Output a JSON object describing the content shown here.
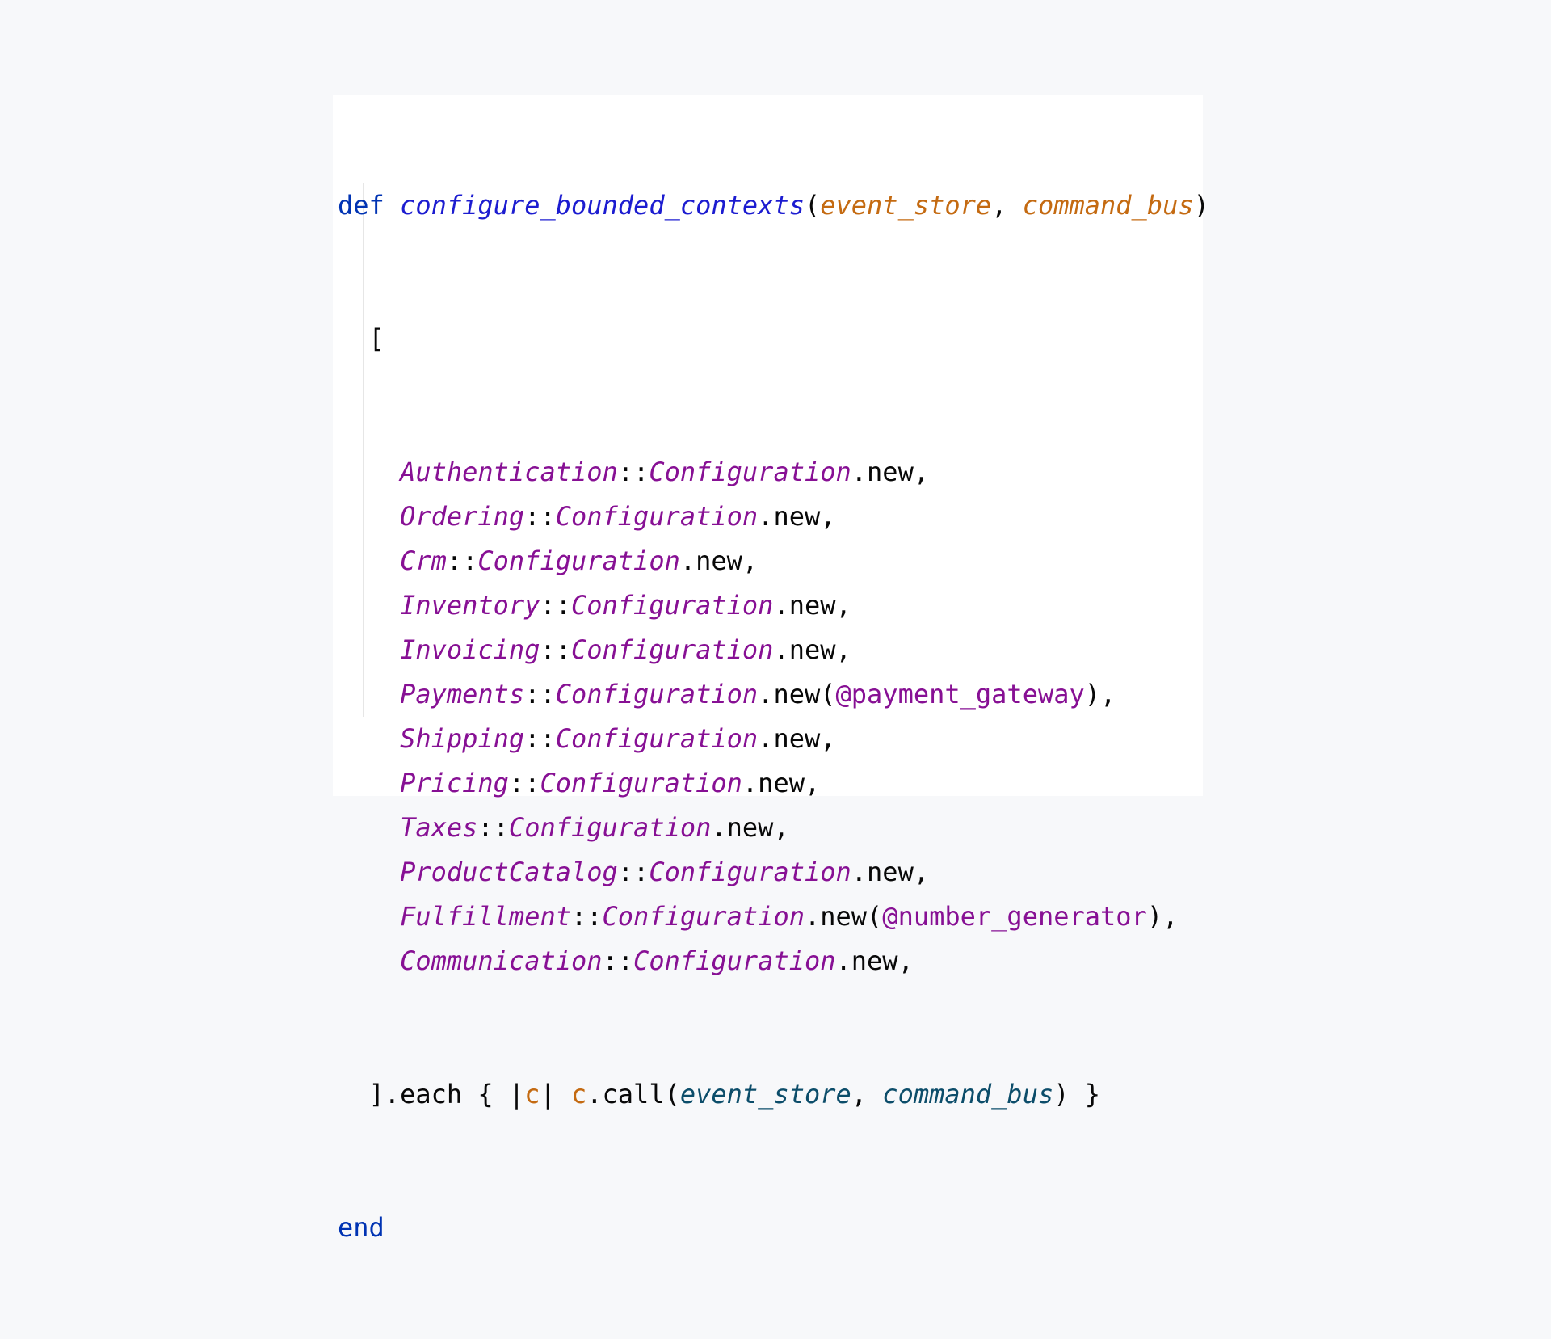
{
  "code": {
    "signature": {
      "def": "def",
      "name": "configure_bounded_contexts",
      "open": "(",
      "param1": "event_store",
      "sep": ", ",
      "param2": "command_bus",
      "close": ")"
    },
    "array_open": "  [",
    "indent": "    ",
    "scope_sep": "::",
    "configuration": "Configuration",
    "new_call": ".new",
    "entries": [
      {
        "module": "Authentication",
        "args": "",
        "suffix": ","
      },
      {
        "module": "Ordering",
        "args": "",
        "suffix": ","
      },
      {
        "module": "Crm",
        "args": "",
        "suffix": ","
      },
      {
        "module": "Inventory",
        "args": "",
        "suffix": ","
      },
      {
        "module": "Invoicing",
        "args": "",
        "suffix": ","
      },
      {
        "module": "Payments",
        "args": "@payment_gateway",
        "suffix": "),"
      },
      {
        "module": "Shipping",
        "args": "",
        "suffix": ","
      },
      {
        "module": "Pricing",
        "args": "",
        "suffix": ","
      },
      {
        "module": "Taxes",
        "args": "",
        "suffix": ","
      },
      {
        "module": "ProductCatalog",
        "args": "",
        "suffix": ","
      },
      {
        "module": "Fulfillment",
        "args": "@number_generator",
        "suffix": "),"
      },
      {
        "module": "Communication",
        "args": "",
        "suffix": ","
      }
    ],
    "each_line": {
      "prefix": "  ].each { |",
      "block_var": "c",
      "mid": "| ",
      "recv": "c",
      "call": ".call(",
      "arg1": "event_store",
      "sep": ", ",
      "arg2": "command_bus",
      "suffix": ") }"
    },
    "end": "end"
  },
  "colors": {
    "keyword": "#0033b3",
    "method_name": "#1c1cd0",
    "parameter": "#c46a11",
    "constant": "#871094",
    "instance_variable": "#871094",
    "reference": "#0c4d6a",
    "background": "#ffffff",
    "page_background": "#f7f8fa"
  }
}
